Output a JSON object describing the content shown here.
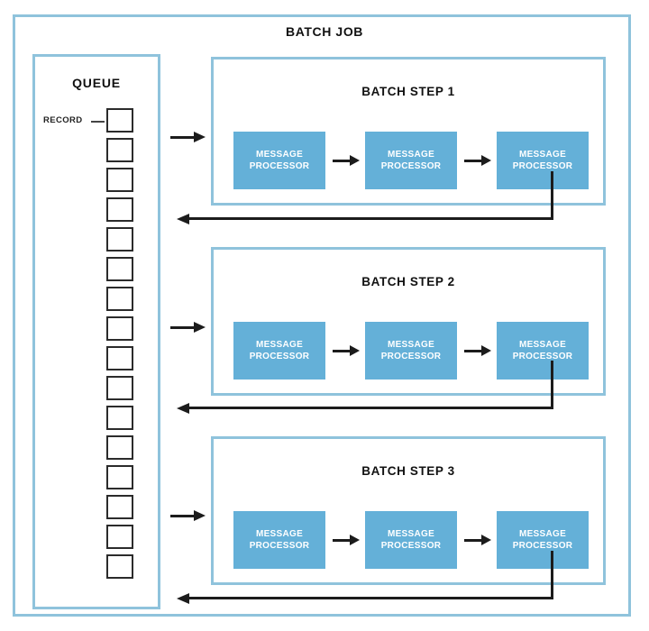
{
  "diagram": {
    "job": {
      "title": "BATCH JOB"
    },
    "queue": {
      "title": "QUEUE",
      "record_label": "RECORD",
      "record_count": 16
    },
    "steps": [
      {
        "title": "BATCH STEP 1",
        "processors": [
          {
            "line1": "MESSAGE",
            "line2": "PROCESSOR"
          },
          {
            "line1": "MESSAGE",
            "line2": "PROCESSOR"
          },
          {
            "line1": "MESSAGE",
            "line2": "PROCESSOR"
          }
        ]
      },
      {
        "title": "BATCH STEP 2",
        "processors": [
          {
            "line1": "MESSAGE",
            "line2": "PROCESSOR"
          },
          {
            "line1": "MESSAGE",
            "line2": "PROCESSOR"
          },
          {
            "line1": "MESSAGE",
            "line2": "PROCESSOR"
          }
        ]
      },
      {
        "title": "BATCH STEP 3",
        "processors": [
          {
            "line1": "MESSAGE",
            "line2": "PROCESSOR"
          },
          {
            "line1": "MESSAGE",
            "line2": "PROCESSOR"
          },
          {
            "line1": "MESSAGE",
            "line2": "PROCESSOR"
          }
        ]
      }
    ],
    "colors": {
      "frame_border": "#8FC3DC",
      "processor_fill": "#64B0D8",
      "processor_text": "#FFFFFF",
      "arrow": "#1C1C1C",
      "record_border": "#2B2B2B",
      "background": "#FFFFFF"
    },
    "icons": {
      "feed_arrow": "arrow-right-icon",
      "return_arrow": "arrow-left-icon",
      "chain_arrow": "arrow-right-icon"
    }
  }
}
